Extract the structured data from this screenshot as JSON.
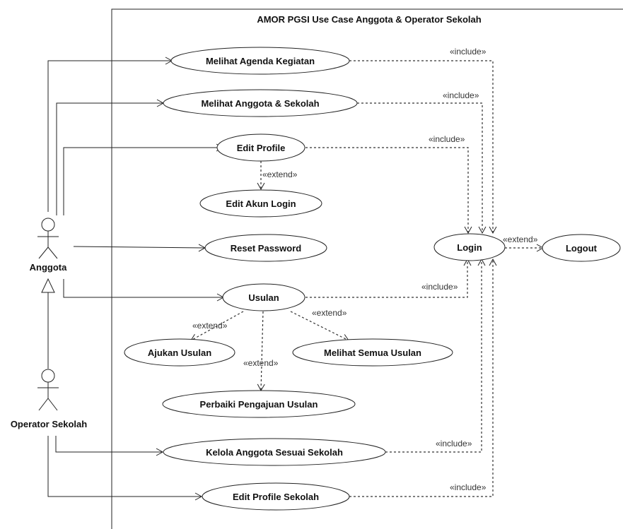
{
  "system": {
    "title": "AMOR PGSI Use Case Anggota & Operator Sekolah"
  },
  "actors": {
    "anggota": "Anggota",
    "operator": "Operator Sekolah"
  },
  "use_cases": {
    "melihat_agenda": "Melihat Agenda Kegiatan",
    "melihat_anggota": "Melihat Anggota & Sekolah",
    "edit_profile": "Edit Profile",
    "edit_akun_login": "Edit Akun Login",
    "reset_password": "Reset Password",
    "login": "Login",
    "logout": "Logout",
    "usulan": "Usulan",
    "ajukan_usulan": "Ajukan Usulan",
    "melihat_semua_usulan": "Melihat Semua Usulan",
    "perbaiki_pengajuan": "Perbaiki Pengajuan Usulan",
    "kelola_anggota": "Kelola Anggota Sesuai Sekolah",
    "edit_profile_sekolah": "Edit Profile Sekolah"
  },
  "stereotypes": {
    "include": "«include»",
    "extend": "«extend»"
  }
}
